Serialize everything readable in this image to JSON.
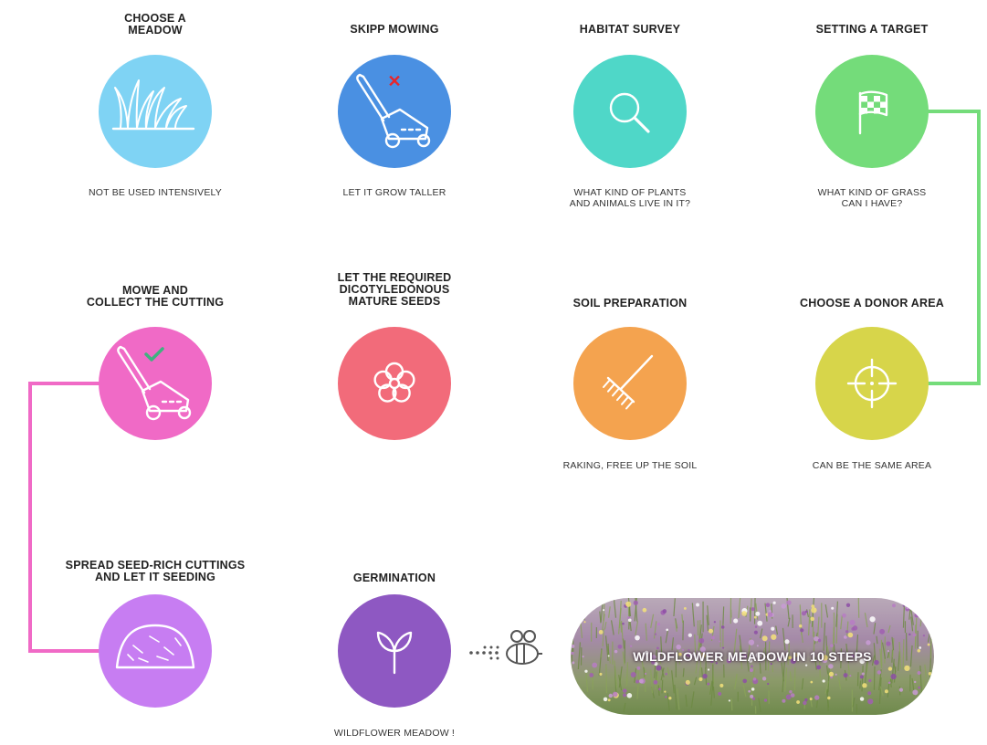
{
  "steps": [
    {
      "title": "CHOOSE A\nMEADOW",
      "desc": "NOT BE USED INTENSIVELY",
      "color": "#7fd3f4",
      "icon": "grass-icon"
    },
    {
      "title": "SKIPP MOWING",
      "desc": "LET IT GROW TALLER",
      "color": "#4a90e2",
      "icon": "lawnmower-crossed-icon"
    },
    {
      "title": "HABITAT SURVEY",
      "desc": "WHAT KIND OF PLANTS\nAND ANIMALS LIVE IN IT?",
      "color": "#4fd7c8",
      "icon": "magnifier-icon"
    },
    {
      "title": "SETTING A TARGET",
      "desc": "WHAT KIND OF GRASS\nCAN I HAVE?",
      "color": "#74dc7a",
      "icon": "checkered-flag-icon"
    },
    {
      "title": "CHOOSE A DONOR AREA",
      "desc": "CAN BE THE SAME AREA",
      "color": "#d7d54a",
      "icon": "crosshair-icon"
    },
    {
      "title": "SOIL PREPARATION",
      "desc": "RAKING, FREE UP THE SOIL",
      "color": "#f4a34f",
      "icon": "rake-icon"
    },
    {
      "title": "LET THE REQUIRED\nDICOTYLEDONOUS\nMATURE SEEDS",
      "desc": "",
      "color": "#f26b7a",
      "icon": "flower-icon"
    },
    {
      "title": "MOWE AND\nCOLLECT THE CUTTING",
      "desc": "",
      "color": "#f06ac6",
      "icon": "lawnmower-check-icon"
    },
    {
      "title": "SPREAD SEED-RICH CUTTINGS\nAND LET IT SEEDING",
      "desc": "",
      "color": "#c77df2",
      "icon": "hay-pile-icon"
    },
    {
      "title": "GERMINATION",
      "desc": "WILDFLOWER MEADOW !",
      "color": "#8e58c2",
      "icon": "sprout-icon"
    }
  ],
  "banner": {
    "label": "WILDFLOWER MEADOW IN 10 STEPS",
    "icon": "bee-icon"
  }
}
